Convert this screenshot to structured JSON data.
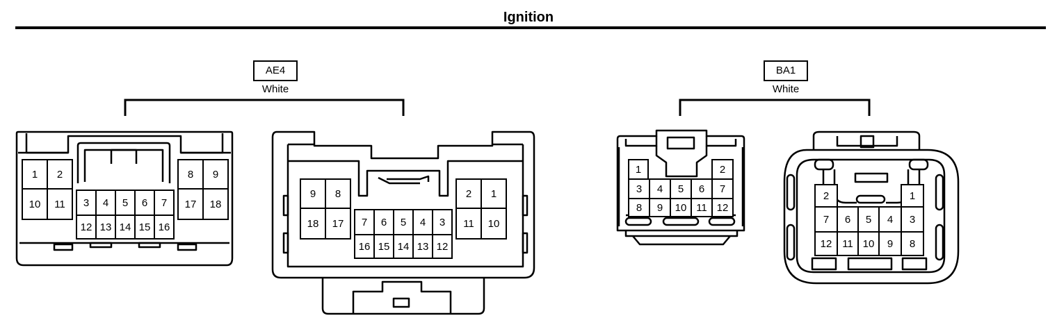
{
  "title": "Ignition",
  "groups": [
    {
      "code": "AE4",
      "color": "White"
    },
    {
      "code": "BA1",
      "color": "White"
    }
  ],
  "connectors": {
    "ae4_left": {
      "pins": [
        "1",
        "2",
        "10",
        "11",
        "3",
        "4",
        "5",
        "6",
        "7",
        "12",
        "13",
        "14",
        "15",
        "16",
        "8",
        "9",
        "17",
        "18"
      ]
    },
    "ae4_right": {
      "pins": [
        "9",
        "8",
        "18",
        "17",
        "7",
        "6",
        "5",
        "4",
        "3",
        "16",
        "15",
        "14",
        "13",
        "12",
        "2",
        "1",
        "11",
        "10"
      ]
    },
    "ba1_left": {
      "pins": [
        "1",
        "2",
        "3",
        "4",
        "5",
        "6",
        "7",
        "8",
        "9",
        "10",
        "11",
        "12"
      ]
    },
    "ba1_right": {
      "pins": [
        "2",
        "1",
        "7",
        "6",
        "5",
        "4",
        "3",
        "12",
        "11",
        "10",
        "9",
        "8"
      ]
    }
  }
}
